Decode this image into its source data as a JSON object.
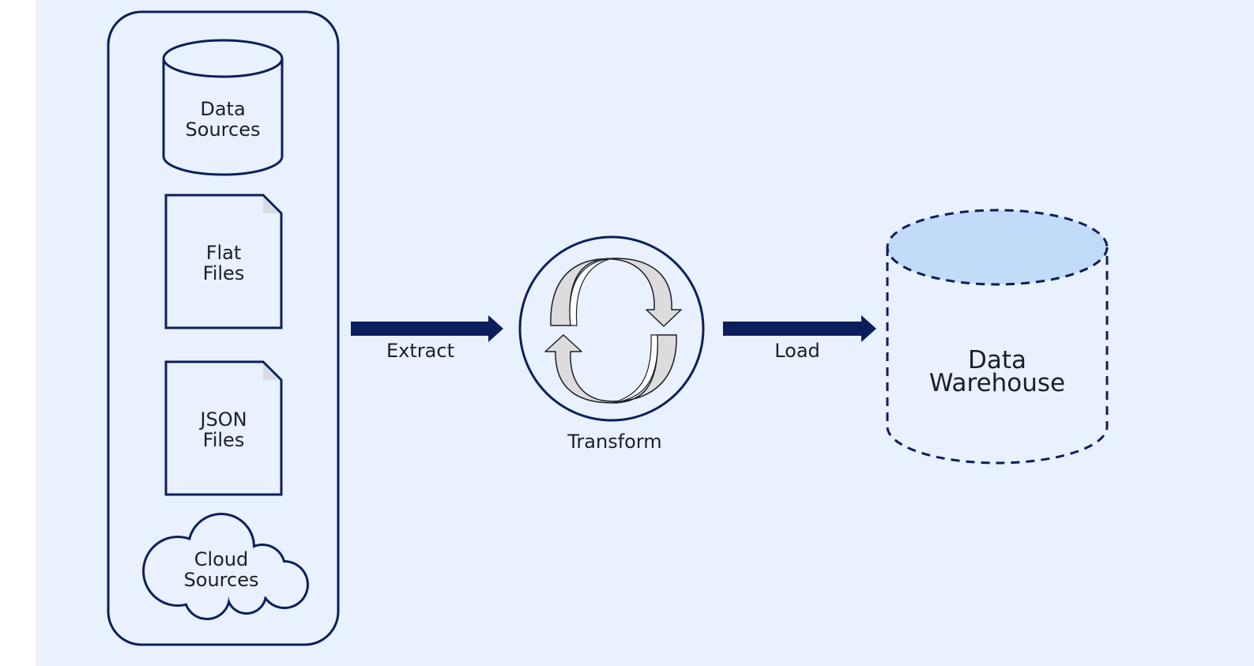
{
  "colors": {
    "background": "#e8f1fd",
    "stroke": "#0c1f5c",
    "warehouse_top": "#c2dbf8",
    "transform_arrow_fill": "#dcdcdc",
    "page_fold": "#d9dde3"
  },
  "sources": {
    "database": {
      "icon": "database-cylinder",
      "line1": "Data",
      "line2": "Sources"
    },
    "flat_files": {
      "icon": "document",
      "line1": "Flat",
      "line2": "Files"
    },
    "json_files": {
      "icon": "document",
      "line1": "JSON",
      "line2": "Files"
    },
    "cloud": {
      "icon": "cloud",
      "line1": "Cloud",
      "line2": "Sources"
    }
  },
  "steps": {
    "extract": "Extract",
    "transform": "Transform",
    "load": "Load"
  },
  "warehouse": {
    "icon": "dashed-cylinder",
    "line1": "Data",
    "line2": "Warehouse"
  }
}
